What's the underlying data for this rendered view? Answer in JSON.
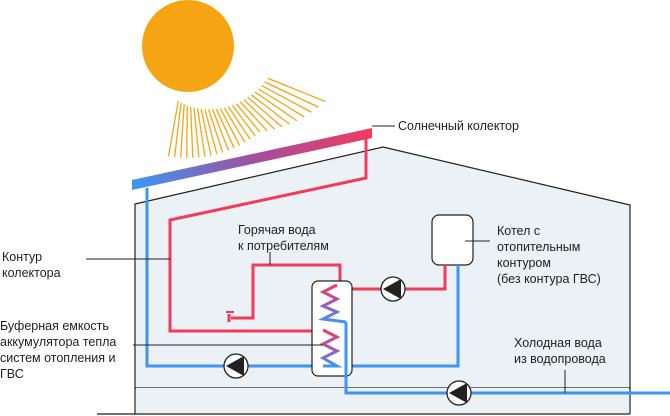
{
  "labels": {
    "collector": "Солнечный колектор",
    "hot_water": "Горячая вода\nк потребителям",
    "boiler": "Котел с\nотопительным\nконтуром\n(без контура ГВС)",
    "collector_loop": "Контур\nколектора",
    "buffer": "Буферная емкость\nаккумулятора тепла\nсистем отопления и\nГВС",
    "cold_water": "Холодная вода\nиз водопровода"
  },
  "colors": {
    "sun": "#F5A514",
    "hot": "#F23A5E",
    "cold": "#3D95F2",
    "house_fill": "#EBF1F4",
    "outline": "#222222"
  }
}
